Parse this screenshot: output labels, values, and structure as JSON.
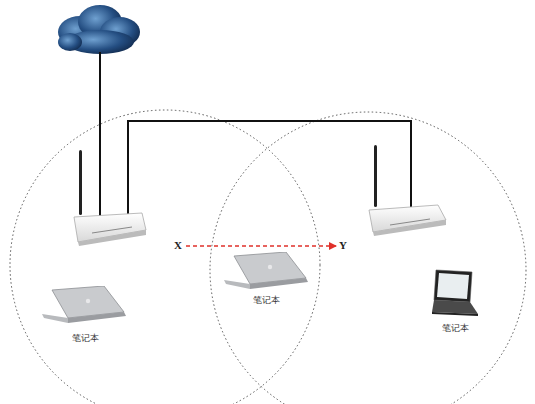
{
  "diagram": {
    "nodes": [
      {
        "text": [
          "笔记本"
        ]
      },
      {
        "text": [
          "笔记本"
        ]
      },
      {
        "text": [
          "笔记本"
        ]
      }
    ],
    "labels": [
      "X",
      "Y"
    ]
  }
}
